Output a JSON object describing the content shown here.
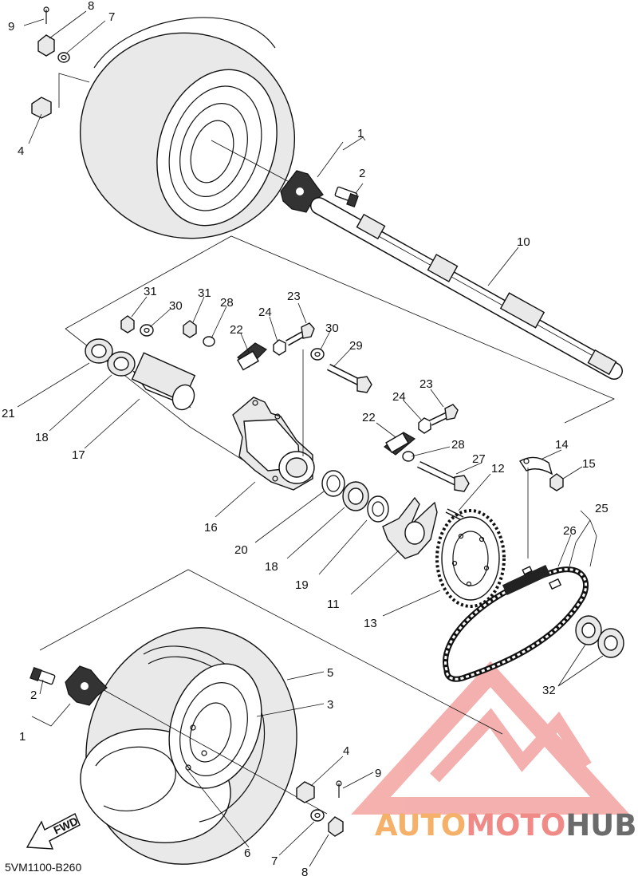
{
  "diagram_code": "5VM1100-B260",
  "fwd_label": "FWD",
  "watermark": {
    "part1": "AUTO",
    "part2": "MOTO",
    "part3": "HUB",
    "color1": "#f5b06a",
    "color2": "#f08a86",
    "color3": "#6b6b6b"
  },
  "callouts": [
    {
      "id": "c9a",
      "label": "9"
    },
    {
      "id": "c8a",
      "label": "8"
    },
    {
      "id": "c7a",
      "label": "7"
    },
    {
      "id": "c4a",
      "label": "4"
    },
    {
      "id": "c1a",
      "label": "1"
    },
    {
      "id": "c2a",
      "label": "2"
    },
    {
      "id": "c10",
      "label": "10"
    },
    {
      "id": "c31a",
      "label": "31"
    },
    {
      "id": "c30a",
      "label": "30"
    },
    {
      "id": "c31b",
      "label": "31"
    },
    {
      "id": "c28a",
      "label": "28"
    },
    {
      "id": "c23a",
      "label": "23"
    },
    {
      "id": "c24a",
      "label": "24"
    },
    {
      "id": "c22a",
      "label": "22"
    },
    {
      "id": "c30b",
      "label": "30"
    },
    {
      "id": "c29",
      "label": "29"
    },
    {
      "id": "c21",
      "label": "21"
    },
    {
      "id": "c18a",
      "label": "18"
    },
    {
      "id": "c17",
      "label": "17"
    },
    {
      "id": "c23b",
      "label": "23"
    },
    {
      "id": "c24b",
      "label": "24"
    },
    {
      "id": "c22b",
      "label": "22"
    },
    {
      "id": "c28b",
      "label": "28"
    },
    {
      "id": "c27",
      "label": "27"
    },
    {
      "id": "c12",
      "label": "12"
    },
    {
      "id": "c14",
      "label": "14"
    },
    {
      "id": "c15",
      "label": "15"
    },
    {
      "id": "c25",
      "label": "25"
    },
    {
      "id": "c26",
      "label": "26"
    },
    {
      "id": "c16",
      "label": "16"
    },
    {
      "id": "c20",
      "label": "20"
    },
    {
      "id": "c18b",
      "label": "18"
    },
    {
      "id": "c19",
      "label": "19"
    },
    {
      "id": "c11",
      "label": "11"
    },
    {
      "id": "c13",
      "label": "13"
    },
    {
      "id": "c32",
      "label": "32"
    },
    {
      "id": "c5",
      "label": "5"
    },
    {
      "id": "c3",
      "label": "3"
    },
    {
      "id": "c2b",
      "label": "2"
    },
    {
      "id": "c1b",
      "label": "1"
    },
    {
      "id": "c4b",
      "label": "4"
    },
    {
      "id": "c9b",
      "label": "9"
    },
    {
      "id": "c6",
      "label": "6"
    },
    {
      "id": "c7b",
      "label": "7"
    },
    {
      "id": "c8b",
      "label": "8"
    }
  ]
}
